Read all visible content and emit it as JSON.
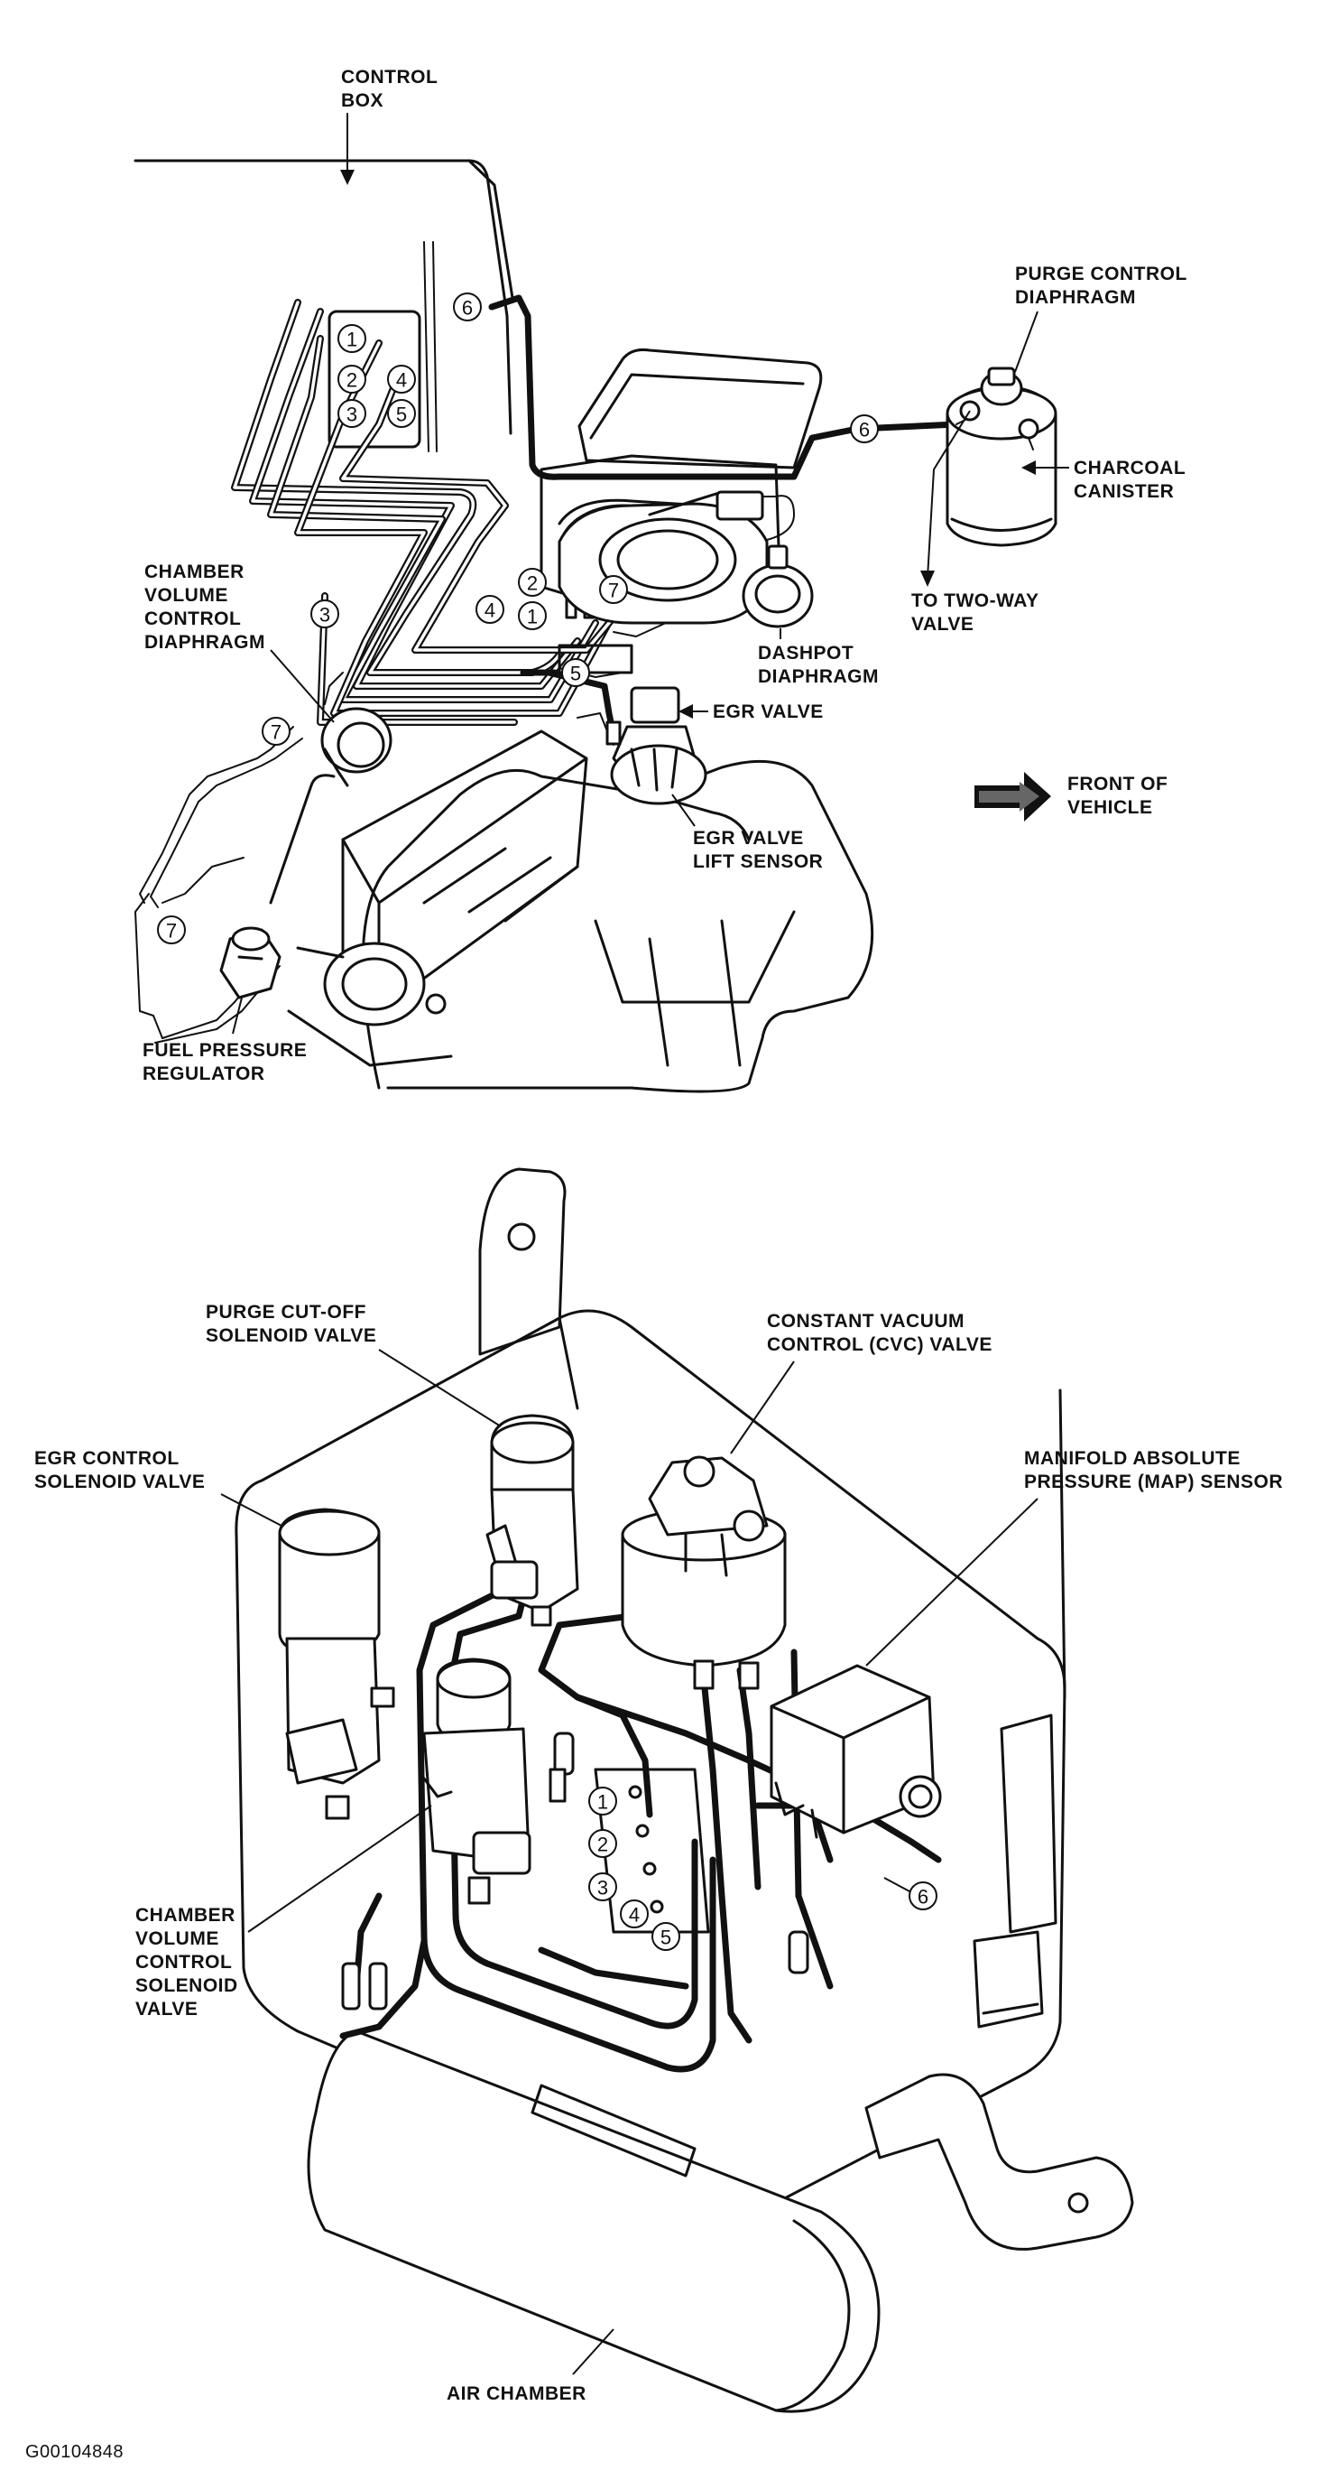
{
  "top_view": {
    "labels": {
      "control_box": [
        "CONTROL",
        "BOX"
      ],
      "purge_control_diaphragm": [
        "PURGE CONTROL",
        "DIAPHRAGM"
      ],
      "charcoal_canister": [
        "CHARCOAL",
        "CANISTER"
      ],
      "to_two_way_valve": [
        "TO TWO-WAY",
        "VALVE"
      ],
      "chamber_volume_control_diaphragm": [
        "CHAMBER",
        "VOLUME",
        "CONTROL",
        "DIAPHRAGM"
      ],
      "dashpot_diaphragm": [
        "DASHPOT",
        "DIAPHRAGM"
      ],
      "egr_valve": [
        "EGR VALVE"
      ],
      "egr_valve_lift_sensor": [
        "EGR VALVE",
        "LIFT SENSOR"
      ],
      "front_of_vehicle": [
        "FRONT OF",
        "VEHICLE"
      ],
      "fuel_pressure_regulator": [
        "FUEL PRESSURE",
        "REGULATOR"
      ]
    },
    "hose_numbers": {
      "box_1": "1",
      "box_2": "2",
      "box_3": "3",
      "box_4": "4",
      "box_5": "5",
      "six_a": "6",
      "six_b": "6",
      "three": "3",
      "four": "4",
      "two": "2",
      "one": "1",
      "seven_a": "7",
      "five": "5",
      "seven_b": "7",
      "seven_c": "7"
    }
  },
  "bottom_view": {
    "labels": {
      "purge_cut_off_solenoid_valve": [
        "PURGE CUT-OFF",
        "SOLENOID VALVE"
      ],
      "constant_vacuum_control_valve": [
        "CONSTANT VACUUM",
        "CONTROL (CVC) VALVE"
      ],
      "egr_control_solenoid_valve": [
        "EGR CONTROL",
        "SOLENOID VALVE"
      ],
      "map_sensor": [
        "MANIFOLD ABSOLUTE",
        "PRESSURE (MAP) SENSOR"
      ],
      "chamber_volume_control_solenoid_valve": [
        "CHAMBER",
        "VOLUME",
        "CONTROL",
        "SOLENOID",
        "VALVE"
      ],
      "air_chamber": [
        "AIR CHAMBER"
      ]
    },
    "hose_numbers": {
      "n1": "1",
      "n2": "2",
      "n3": "3",
      "n4": "4",
      "n5": "5",
      "n6": "6"
    }
  },
  "figure_id": "G00104848"
}
